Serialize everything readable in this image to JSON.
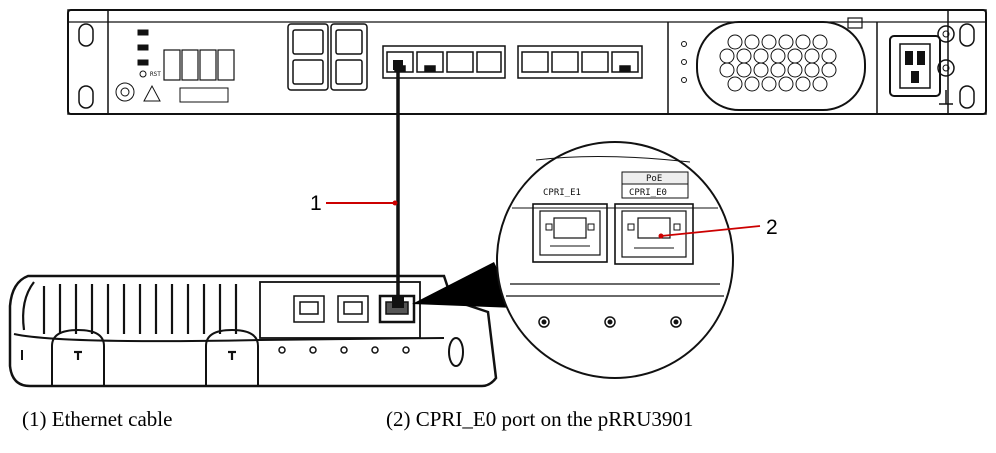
{
  "callouts": {
    "cable_number": "1",
    "port_number": "2"
  },
  "port_labels": {
    "left_port": "CPRI_E1",
    "poe_tag": "PoE",
    "right_port": "CPRI_E0"
  },
  "captions": {
    "item1": "(1) Ethernet cable",
    "item2": "(2) CPRI_E0 port on the pRRU3901"
  },
  "colors": {
    "line": "#000000",
    "leader": "#cc0000",
    "zoom_fill": "#000000"
  }
}
